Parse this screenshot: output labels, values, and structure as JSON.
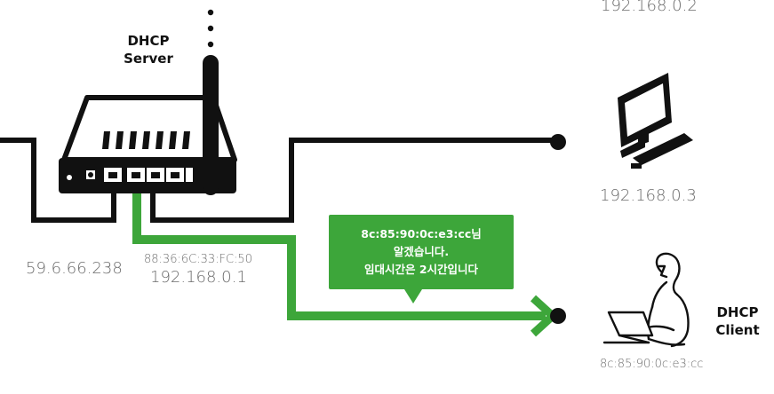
{
  "server": {
    "title_line1": "DHCP",
    "title_line2": "Server"
  },
  "client": {
    "title_line1": "DHCP",
    "title_line2": "Client",
    "mac": "8c:85:90:0c:e3:cc"
  },
  "router": {
    "wan_ip": "59.6.66.238",
    "mac": "88:36:6C:33:FC:50",
    "lan_ip": "192.168.0.1"
  },
  "hosts": {
    "top_ip": "192.168.0.2",
    "desktop_ip": "192.168.0.3"
  },
  "message": {
    "line1": "8c:85:90:0c:e3:cc님",
    "line2": "알겠습니다.",
    "line3": "임대시간은 2시간입니다"
  },
  "colors": {
    "wire": "#111111",
    "highlight": "#3da63a",
    "label": "#6b6b6b"
  }
}
